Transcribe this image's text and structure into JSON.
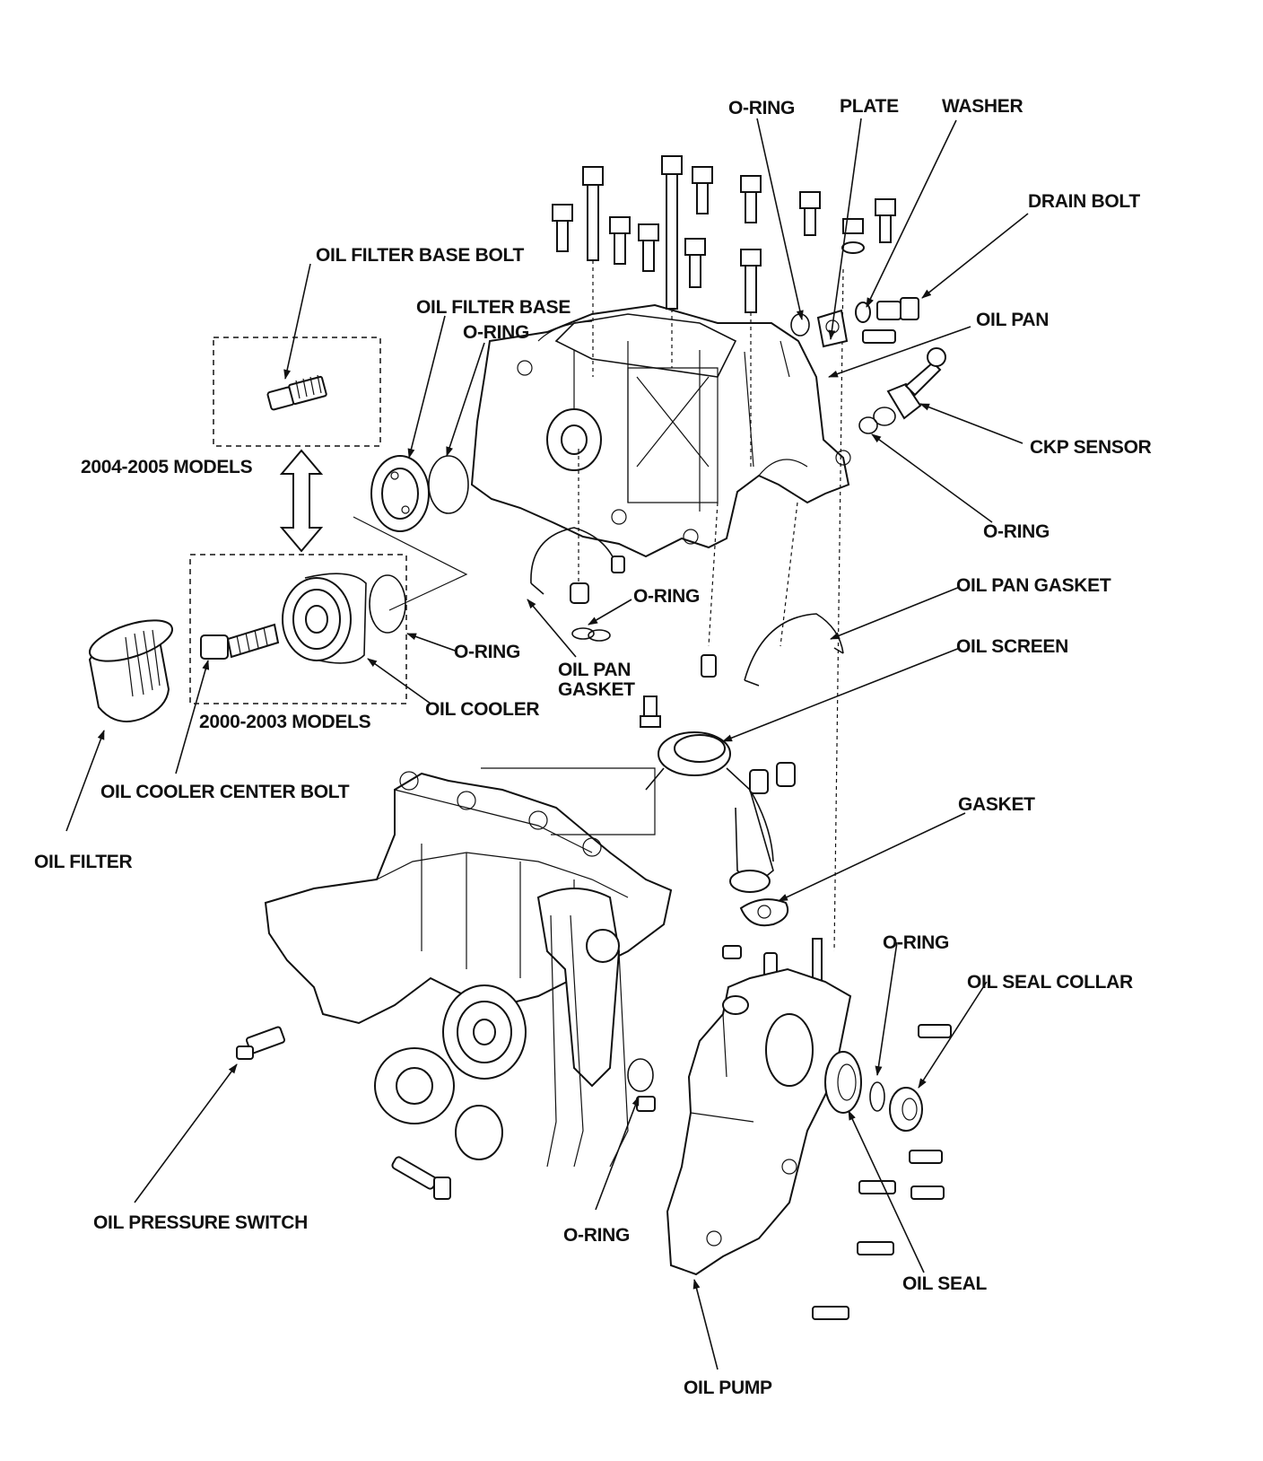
{
  "labels": {
    "o_ring_top": "O-RING",
    "plate": "PLATE",
    "washer": "WASHER",
    "drain_bolt": "DRAIN BOLT",
    "oil_filter_base_bolt": "OIL FILTER BASE BOLT",
    "oil_filter_base": "OIL FILTER BASE",
    "o_ring_filter_base": "O-RING",
    "oil_pan": "OIL PAN",
    "ckp_sensor": "CKP SENSOR",
    "models_2004_2005": "2004-2005 MODELS",
    "o_ring_ckp": "O-RING",
    "oil_pan_gasket_right": "OIL PAN GASKET",
    "o_ring_pan": "O-RING",
    "oil_screen": "OIL SCREEN",
    "o_ring_cooler": "O-RING",
    "oil_pan_gasket_left": "OIL PAN\nGASKET",
    "oil_cooler": "OIL COOLER",
    "models_2000_2003": "2000-2003 MODELS",
    "oil_cooler_center_bolt": "OIL COOLER CENTER BOLT",
    "gasket": "GASKET",
    "oil_filter": "OIL FILTER",
    "o_ring_pump": "O-RING",
    "oil_seal_collar": "OIL SEAL COLLAR",
    "oil_pressure_switch": "OIL PRESSURE SWITCH",
    "o_ring_bottom": "O-RING",
    "oil_seal": "OIL SEAL",
    "oil_pump": "OIL PUMP"
  }
}
